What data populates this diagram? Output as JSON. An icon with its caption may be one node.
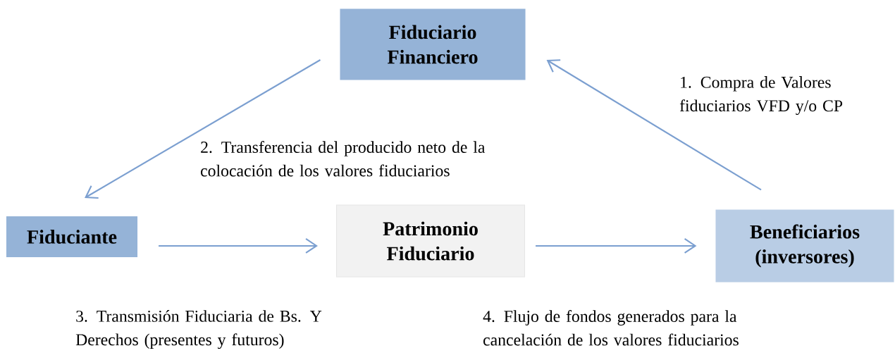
{
  "diagram": {
    "nodes": [
      {
        "text": [
          "Fiduciario Financiero"
        ]
      },
      {
        "text": [
          "Fiduciante"
        ]
      },
      {
        "text": [
          "Patrimonio Fiduciario"
        ]
      },
      {
        "text": [
          "Beneficiarios (inversores)"
        ]
      }
    ],
    "edges": [
      {
        "from": 3,
        "to": 0,
        "arrow": "to",
        "label": "1. Compra de Valores fiduciarios VFD y/o CP"
      },
      {
        "from": 0,
        "to": 1,
        "arrow": "to",
        "label": "2. Transferencia del producido neto de la colocación de los valores fiduciarios"
      },
      {
        "from": 1,
        "to": 2,
        "arrow": "to",
        "label": "3. Transmisión Fiduciaria de Bs. Y Derechos (presentes y futuros)"
      },
      {
        "from": 2,
        "to": 3,
        "arrow": "to",
        "label": "4. Flujo de fondos generados para la cancelación de los valores fiduciarios"
      }
    ]
  }
}
